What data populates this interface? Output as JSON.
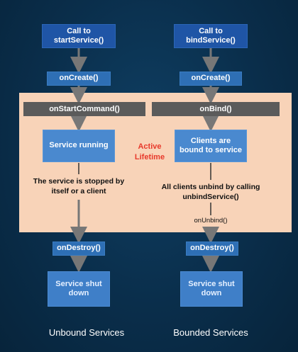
{
  "left": {
    "call": "Call to startService()",
    "on_create": "onCreate()",
    "on_start_command": "onStartCommand()",
    "running": "Service running",
    "stopped_note": "The service is stopped by itself or a client",
    "on_destroy": "onDestroy()",
    "shut": "Service shut down",
    "title": "Unbound Services"
  },
  "right": {
    "call": "Call to bindService()",
    "on_create": "onCreate()",
    "on_bind": "onBind()",
    "bound": "Clients are bound to service",
    "unbind_note": "All clients unbind by calling unbindService()",
    "on_unbind": "onUnbind()",
    "on_destroy": "onDestroy()",
    "shut": "Service shut down",
    "title": "Bounded Services"
  },
  "center": {
    "active_lifetime": "Active Lifetime"
  },
  "colors": {
    "background": "#0a2e4b",
    "lifetime_region": "#f8d3b8",
    "callback_band": "#5b5b5b",
    "accent_red": "#e8392b",
    "box_blue": "#2e6fb5"
  }
}
